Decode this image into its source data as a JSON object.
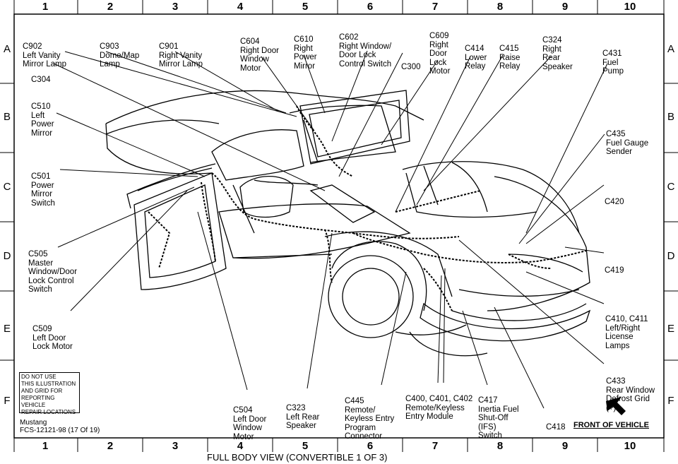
{
  "grid": {
    "columns": [
      "1",
      "2",
      "3",
      "4",
      "5",
      "6",
      "7",
      "8",
      "9",
      "10"
    ],
    "rows": [
      "A",
      "B",
      "C",
      "D",
      "E",
      "F"
    ]
  },
  "labels": {
    "c902": [
      "C902",
      "Left Vanity",
      "Mirror Lamp"
    ],
    "c903": [
      "C903",
      "Dome/Map",
      "Lamp"
    ],
    "c901": [
      "C901",
      "Right Vanity",
      "Mirror Lamp"
    ],
    "c604": [
      "C604",
      "Right Door",
      "Window",
      "Motor"
    ],
    "c610": [
      "C610",
      "Right",
      "Power",
      "Mirror"
    ],
    "c602": [
      "C602",
      "Right Window/",
      "Door Lock",
      "Control Switch"
    ],
    "c300": [
      "C300"
    ],
    "c609": [
      "C609",
      "Right",
      "Door",
      "Lock",
      "Motor"
    ],
    "c414": [
      "C414",
      "Lower",
      "Relay"
    ],
    "c415": [
      "C415",
      "Raise",
      "Relay"
    ],
    "c324": [
      "C324",
      "Right",
      "Rear",
      "Speaker"
    ],
    "c431": [
      "C431",
      "Fuel",
      "Pump"
    ],
    "c304": [
      "C304"
    ],
    "c510": [
      "C510",
      "Left",
      "Power",
      "Mirror"
    ],
    "c435": [
      "C435",
      "Fuel Gauge",
      "Sender"
    ],
    "c501": [
      "C501",
      "Power",
      "Mirror",
      "Switch"
    ],
    "c420": [
      "C420"
    ],
    "c505": [
      "C505",
      "Master",
      "Window/Door",
      "Lock Control",
      "Switch"
    ],
    "c419": [
      "C419"
    ],
    "c410": [
      "C410, C411",
      "Left/Right",
      "License",
      "Lamps"
    ],
    "c509": [
      "C509",
      "Left Door",
      "Lock Motor"
    ],
    "c433": [
      "C433",
      "Rear Window",
      "Defrost Grid",
      "(+)"
    ],
    "c504": [
      "C504",
      "Left Door",
      "Window",
      "Motor"
    ],
    "c323": [
      "C323",
      "Left Rear",
      "Speaker"
    ],
    "c445": [
      "C445",
      "Remote/",
      "Keyless Entry",
      "Program",
      "Connector"
    ],
    "c400": [
      "C400, C401, C402",
      "Remote/Keyless",
      "Entry Module"
    ],
    "c417": [
      "C417",
      "Inertia Fuel",
      "Shut-Off",
      "(IFS)",
      "Switch"
    ],
    "c418": [
      "C418"
    ]
  },
  "note": [
    "DO NOT USE",
    "THIS ILLUSTRATION",
    "AND GRID FOR",
    "REPORTING VEHICLE",
    "REPAIR LOCATIONS"
  ],
  "model": "Mustang",
  "figure_id": "FCS-12121-98 (17 Of 19)",
  "front_label": "FRONT OF VEHICLE",
  "caption": "FULL BODY VIEW (CONVERTIBLE 1 OF 3)"
}
